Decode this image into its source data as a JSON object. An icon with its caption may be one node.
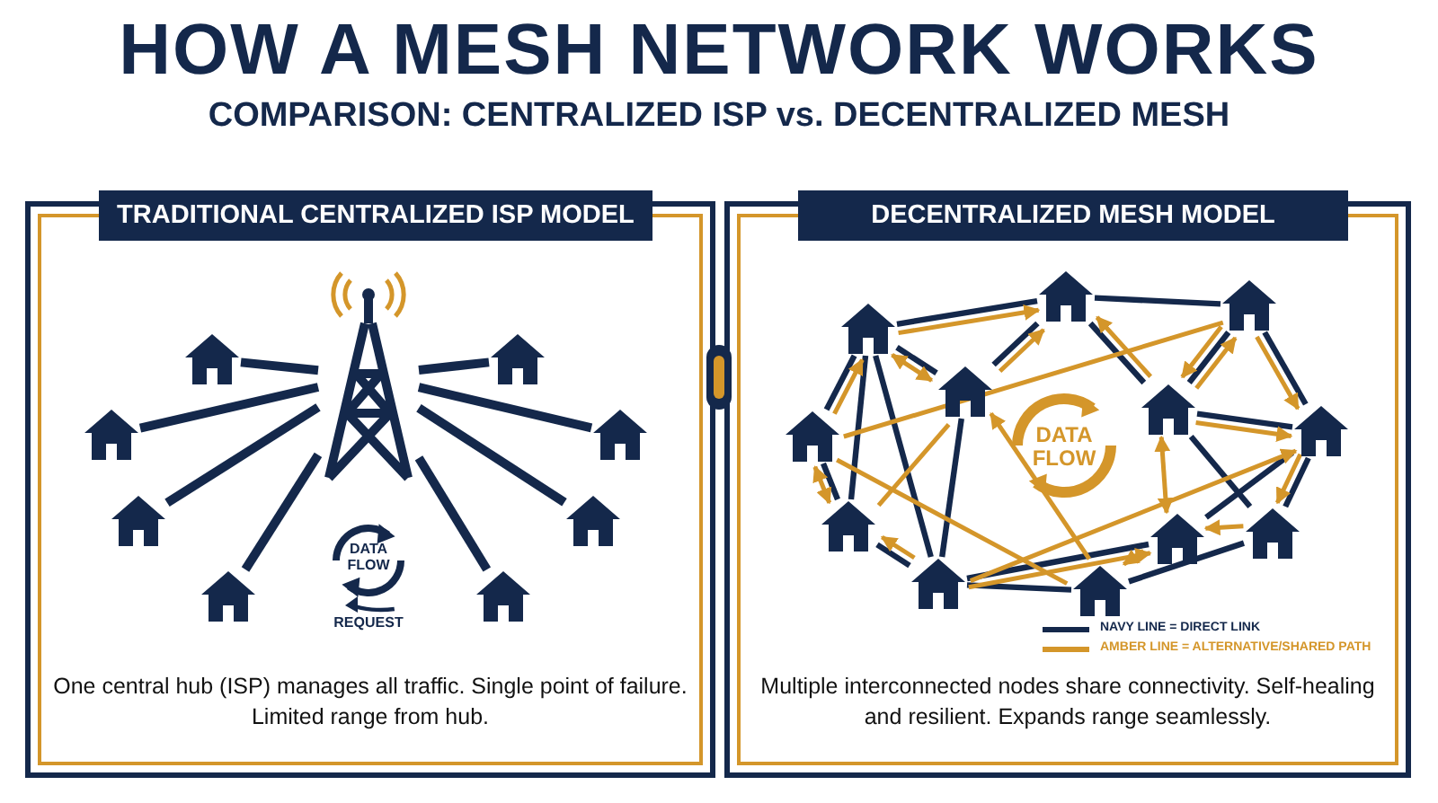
{
  "diagram": {
    "title": "HOW A MESH NETWORK WORKS",
    "nodes": [
      {
        "text": [
          "TRADITIONAL CENTRALIZED ISP MODEL",
          "One central hub (ISP) manages all traffic. Single point of failure. Limited range from hub."
        ]
      },
      {
        "text": [],
        "shape": "tower",
        "in": 0
      },
      {
        "text": [],
        "shape": "house",
        "in": 0
      },
      {
        "text": [],
        "shape": "house",
        "in": 0
      },
      {
        "text": [],
        "shape": "house",
        "in": 0
      },
      {
        "text": [],
        "shape": "house",
        "in": 0
      },
      {
        "text": [],
        "shape": "house",
        "in": 0
      },
      {
        "text": [],
        "shape": "house",
        "in": 0
      },
      {
        "text": [],
        "shape": "house",
        "in": 0
      },
      {
        "text": [],
        "shape": "house",
        "in": 0
      },
      {
        "text": [
          "DECENTRALIZED MESH MODEL",
          "Multiple interconnected nodes share connectivity. Self-healing and resilient. Expands range seamlessly."
        ]
      },
      {
        "text": [],
        "shape": "house",
        "in": 10
      },
      {
        "text": [],
        "shape": "house",
        "in": 10
      },
      {
        "text": [],
        "shape": "house",
        "in": 10
      },
      {
        "text": [],
        "shape": "house",
        "in": 10
      },
      {
        "text": [],
        "shape": "house",
        "in": 10
      },
      {
        "text": [],
        "shape": "house",
        "in": 10
      },
      {
        "text": [],
        "shape": "house",
        "in": 10
      },
      {
        "text": [],
        "shape": "house",
        "in": 10
      },
      {
        "text": [],
        "shape": "house",
        "in": 10
      },
      {
        "text": [],
        "shape": "house",
        "in": 10
      },
      {
        "text": [],
        "shape": "house",
        "in": 10
      },
      {
        "text": [],
        "shape": "house",
        "in": 10
      }
    ],
    "edges": [
      {
        "from": 1,
        "to": 2,
        "arrow": "none"
      },
      {
        "from": 1,
        "to": 3,
        "arrow": "none"
      },
      {
        "from": 1,
        "to": 4,
        "arrow": "none"
      },
      {
        "from": 1,
        "to": 5,
        "arrow": "none"
      },
      {
        "from": 1,
        "to": 6,
        "arrow": "none"
      },
      {
        "from": 1,
        "to": 7,
        "arrow": "none"
      },
      {
        "from": 1,
        "to": 8,
        "arrow": "none"
      },
      {
        "from": 1,
        "to": 9,
        "arrow": "none"
      },
      {
        "from": 13,
        "to": 11,
        "arrow": "none"
      },
      {
        "from": 13,
        "to": 14,
        "arrow": "none"
      },
      {
        "from": 13,
        "to": 19,
        "arrow": "none"
      },
      {
        "from": 13,
        "to": 22,
        "arrow": "none"
      },
      {
        "from": 14,
        "to": 11,
        "arrow": "none"
      },
      {
        "from": 11,
        "to": 12,
        "arrow": "none"
      },
      {
        "from": 11,
        "to": 15,
        "arrow": "none"
      },
      {
        "from": 12,
        "to": 15,
        "arrow": "none"
      },
      {
        "from": 12,
        "to": 16,
        "arrow": "none"
      },
      {
        "from": 14,
        "to": 22,
        "arrow": "none"
      },
      {
        "from": 15,
        "to": 16,
        "arrow": "none"
      },
      {
        "from": 15,
        "to": 20,
        "arrow": "none"
      },
      {
        "from": 18,
        "to": 16,
        "arrow": "none"
      },
      {
        "from": 22,
        "to": 18,
        "arrow": "none"
      },
      {
        "from": 22,
        "to": 21,
        "arrow": "none"
      },
      {
        "from": 21,
        "to": 20,
        "arrow": "none"
      },
      {
        "from": 20,
        "to": 16,
        "arrow": "none"
      },
      {
        "from": 19,
        "to": 22,
        "arrow": "none"
      },
      {
        "from": 17,
        "to": 19,
        "arrow": "none"
      },
      {
        "from": 17,
        "to": 13,
        "arrow": "none"
      },
      {
        "from": 13,
        "to": 11,
        "arrow": "to",
        "color": "#d4962a"
      },
      {
        "from": 13,
        "to": 14,
        "arrow": "both",
        "color": "#d4962a"
      },
      {
        "from": 17,
        "to": 13,
        "arrow": "to",
        "color": "#d4962a"
      },
      {
        "from": 17,
        "to": 19,
        "arrow": "both",
        "color": "#d4962a"
      },
      {
        "from": 22,
        "to": 19,
        "arrow": "to",
        "color": "#d4962a"
      },
      {
        "from": 17,
        "to": 12,
        "arrow": "none",
        "color": "#d4962a"
      },
      {
        "from": 14,
        "to": 11,
        "arrow": "to",
        "color": "#d4962a"
      },
      {
        "from": 19,
        "to": 14,
        "arrow": "none",
        "color": "#d4962a"
      },
      {
        "from": 17,
        "to": 21,
        "arrow": "none",
        "color": "#d4962a"
      },
      {
        "from": 22,
        "to": 18,
        "arrow": "to",
        "color": "#d4962a"
      },
      {
        "from": 21,
        "to": 14,
        "arrow": "to",
        "color": "#d4962a"
      },
      {
        "from": 15,
        "to": 11,
        "arrow": "to",
        "color": "#d4962a"
      },
      {
        "from": 15,
        "to": 12,
        "arrow": "to",
        "color": "#d4962a"
      },
      {
        "from": 12,
        "to": 15,
        "arrow": "to",
        "color": "#d4962a"
      },
      {
        "from": 15,
        "to": 16,
        "arrow": "to",
        "color": "#d4962a"
      },
      {
        "from": 15,
        "to": 18,
        "arrow": "both",
        "color": "#d4962a"
      },
      {
        "from": 12,
        "to": 16,
        "arrow": "to",
        "color": "#d4962a"
      },
      {
        "from": 16,
        "to": 20,
        "arrow": "to",
        "color": "#d4962a"
      },
      {
        "from": 20,
        "to": 18,
        "arrow": "to",
        "color": "#d4962a"
      },
      {
        "from": 18,
        "to": 21,
        "arrow": "to",
        "color": "#d4962a"
      },
      {
        "from": 22,
        "to": 16,
        "arrow": "to",
        "color": "#d4962a"
      }
    ],
    "labels": [
      "COMPARISON: CENTRALIZED ISP vs. DECENTRALIZED MESH",
      "DATA FLOW",
      "REQUEST",
      "DATA FLOW"
    ],
    "legend": [
      {
        "text": "NAVY LINE = DIRECT LINK"
      },
      {
        "text": "AMBER LINE = ALTERNATIVE/SHARED PATH"
      }
    ]
  }
}
